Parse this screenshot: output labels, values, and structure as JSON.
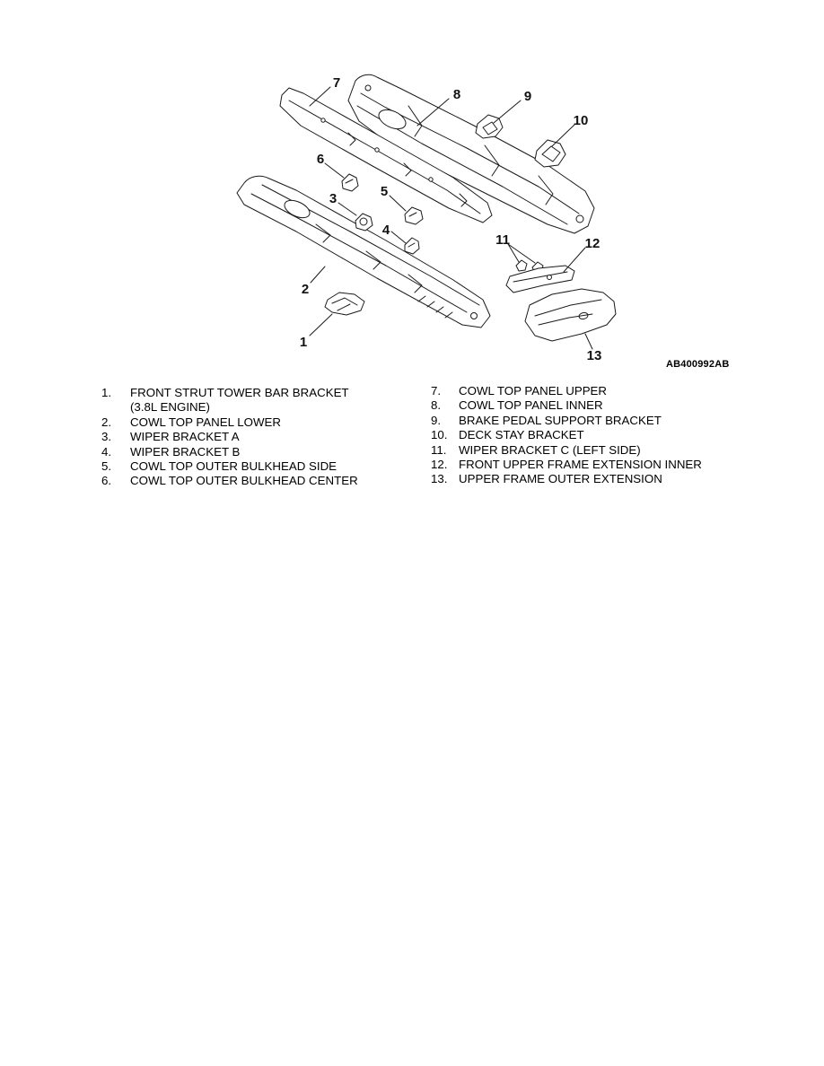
{
  "figure": {
    "reference_code": "AB400992AB",
    "callouts": [
      {
        "label": "1"
      },
      {
        "label": "2"
      },
      {
        "label": "3"
      },
      {
        "label": "4"
      },
      {
        "label": "5"
      },
      {
        "label": "6"
      },
      {
        "label": "7"
      },
      {
        "label": "8"
      },
      {
        "label": "9"
      },
      {
        "label": "10"
      },
      {
        "label": "11"
      },
      {
        "label": "12"
      },
      {
        "label": "13"
      }
    ]
  },
  "legend": {
    "left": [
      {
        "num": "1.",
        "text": "FRONT STRUT TOWER BAR BRACKET (3.8L ENGINE)"
      },
      {
        "num": "2.",
        "text": "COWL TOP PANEL LOWER"
      },
      {
        "num": "3.",
        "text": "WIPER BRACKET A"
      },
      {
        "num": "4.",
        "text": "WIPER BRACKET B"
      },
      {
        "num": "5.",
        "text": "COWL TOP OUTER BULKHEAD SIDE"
      },
      {
        "num": "6.",
        "text": "COWL TOP OUTER BULKHEAD CENTER"
      }
    ],
    "right": [
      {
        "num": "7.",
        "text": "COWL TOP PANEL UPPER"
      },
      {
        "num": "8.",
        "text": "COWL TOP PANEL INNER"
      },
      {
        "num": "9.",
        "text": "BRAKE PEDAL SUPPORT BRACKET"
      },
      {
        "num": "10.",
        "text": "DECK STAY BRACKET"
      },
      {
        "num": "11.",
        "text": "WIPER BRACKET C (LEFT SIDE)"
      },
      {
        "num": "12.",
        "text": "FRONT UPPER FRAME EXTENSION INNER"
      },
      {
        "num": "13.",
        "text": "UPPER FRAME OUTER EXTENSION"
      }
    ]
  }
}
